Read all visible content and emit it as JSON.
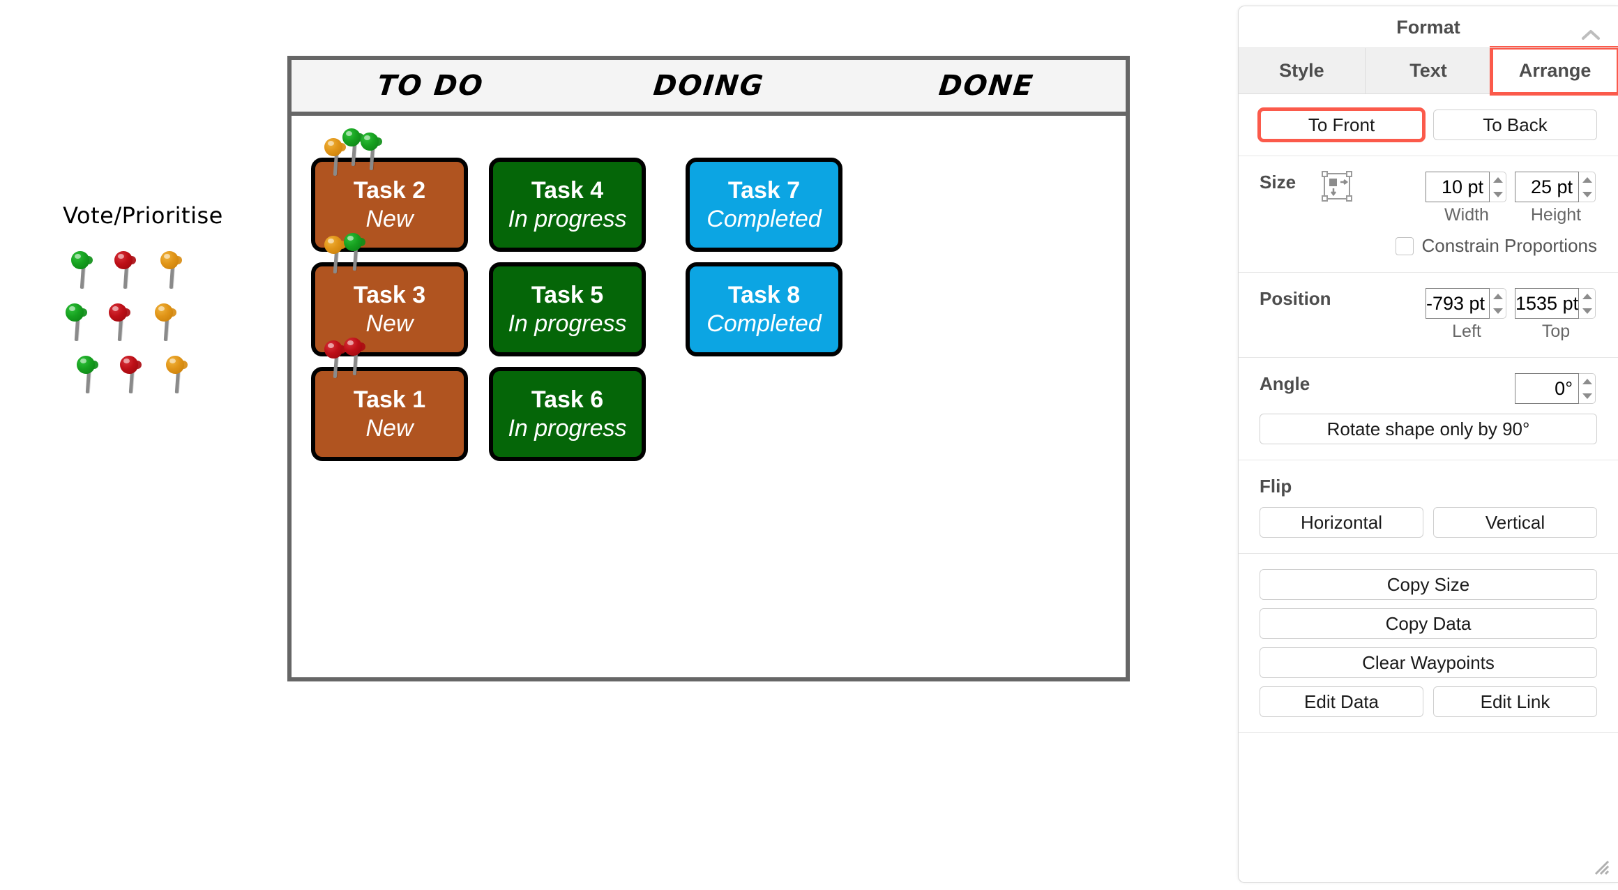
{
  "canvas": {
    "legend": {
      "title": "Vote/Prioritise",
      "pin_colors": [
        [
          "green",
          "red",
          "orange"
        ],
        [
          "green",
          "red",
          "orange"
        ],
        [
          "green",
          "red",
          "orange"
        ]
      ]
    },
    "board": {
      "columns": [
        {
          "label": "TO DO"
        },
        {
          "label": "DOING"
        },
        {
          "label": "DONE"
        }
      ],
      "cards": [
        {
          "title": "Task 2",
          "status": "New",
          "column": "TO DO",
          "color": "#B05420",
          "pins": [
            "orange",
            "green",
            "green"
          ]
        },
        {
          "title": "Task 3",
          "status": "New",
          "column": "TO DO",
          "color": "#B05420",
          "pins": [
            "orange",
            "green"
          ]
        },
        {
          "title": "Task 1",
          "status": "New",
          "column": "TO DO",
          "color": "#B05420",
          "pins": [
            "red",
            "red"
          ]
        },
        {
          "title": "Task 4",
          "status": "In progress",
          "column": "DOING",
          "color": "#056608",
          "pins": []
        },
        {
          "title": "Task 5",
          "status": "In progress",
          "column": "DOING",
          "color": "#056608",
          "pins": []
        },
        {
          "title": "Task 6",
          "status": "In progress",
          "column": "DOING",
          "color": "#056608",
          "pins": []
        },
        {
          "title": "Task 7",
          "status": "Completed",
          "column": "DONE",
          "color": "#0CA5E3",
          "pins": []
        },
        {
          "title": "Task 8",
          "status": "Completed",
          "column": "DONE",
          "color": "#0CA5E3",
          "pins": []
        }
      ]
    }
  },
  "format_panel": {
    "title": "Format",
    "collapse_icon": "chevron-up-icon",
    "tabs": [
      {
        "label": "Style",
        "active": false
      },
      {
        "label": "Text",
        "active": false
      },
      {
        "label": "Arrange",
        "active": true
      }
    ],
    "order": {
      "to_front": "To Front",
      "to_back": "To Back"
    },
    "size": {
      "label": "Size",
      "autosize_icon": "autosize-icon",
      "width_value": "10 pt",
      "height_value": "25 pt",
      "width_label": "Width",
      "height_label": "Height",
      "constrain_label": "Constrain Proportions",
      "constrain_checked": false
    },
    "position": {
      "label": "Position",
      "left_value": "-793 pt",
      "top_value": "1535 pt",
      "left_label": "Left",
      "top_label": "Top"
    },
    "angle": {
      "label": "Angle",
      "value": "0°",
      "rotate_label": "Rotate shape only by 90°"
    },
    "flip": {
      "label": "Flip",
      "horizontal": "Horizontal",
      "vertical": "Vertical"
    },
    "actions": {
      "copy_size": "Copy Size",
      "copy_data": "Copy Data",
      "clear_waypoints": "Clear Waypoints",
      "edit_data": "Edit Data",
      "edit_link": "Edit Link"
    },
    "highlight_color": "#fb5a4b",
    "resize_grip": "resize-grip-icon"
  }
}
